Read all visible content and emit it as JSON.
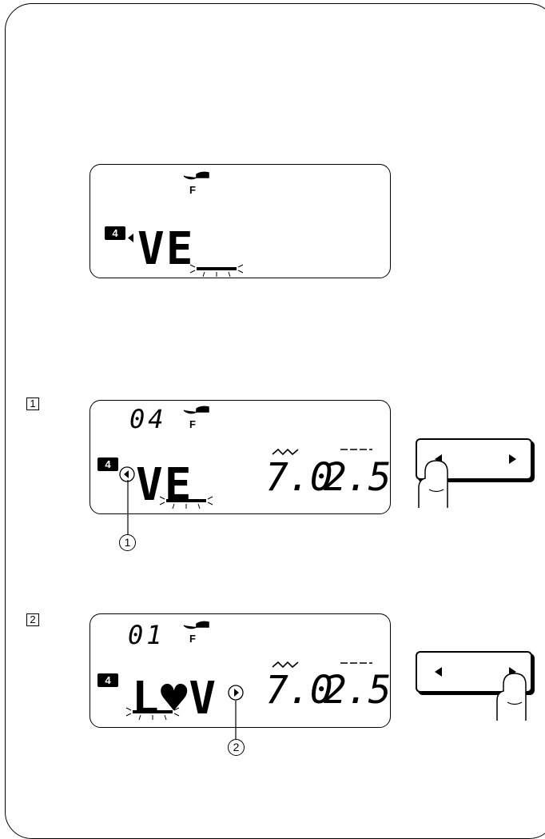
{
  "steps": [
    "1",
    "2"
  ],
  "callouts": [
    "1",
    "2"
  ],
  "display_top": {
    "mode_badge": "4",
    "presser_foot_letter": "F",
    "letters": "VE"
  },
  "display_step1": {
    "pattern_number": "04",
    "mode_badge": "4",
    "presser_foot_letter": "F",
    "letters": "VE",
    "stitch_width": "7.0",
    "stitch_length": "2.5"
  },
  "display_step2": {
    "pattern_number": "01",
    "mode_badge": "4",
    "presser_foot_letter": "F",
    "letters": "L♥V",
    "stitch_width": "7.0",
    "stitch_length": "2.5"
  },
  "icons": {
    "cursor_left": "triangle-left-icon",
    "cursor_right": "triangle-right-icon",
    "presser_foot": "presser-foot-icon",
    "zigzag_width": "zigzag-icon",
    "straight_length": "dashed-line-icon",
    "finger": "finger-press-icon"
  }
}
